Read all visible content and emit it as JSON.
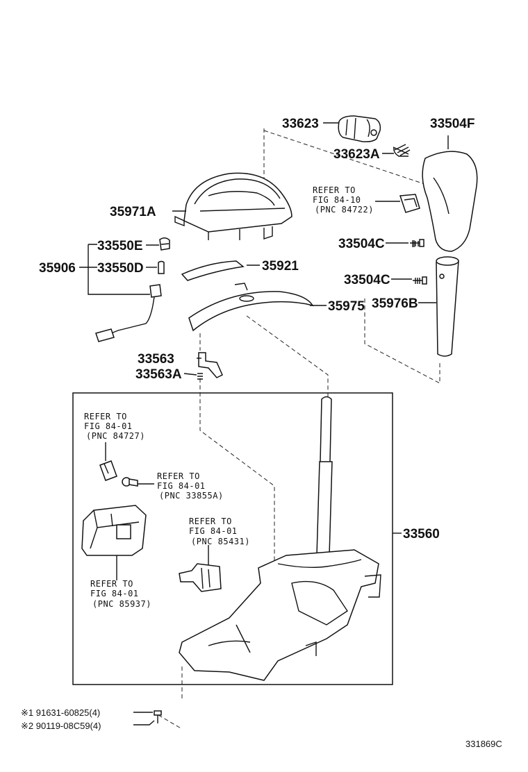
{
  "parts": {
    "p33623": "33623",
    "p33504F": "33504F",
    "p33623A": "33623A",
    "p35971A": "35971A",
    "p33550E": "33550E",
    "p33550D": "33550D",
    "p35906": "35906",
    "p33504C_1": "33504C",
    "p35921": "35921",
    "p33504C_2": "33504C",
    "p35975": "35975",
    "p35976B": "35976B",
    "p33563": "33563",
    "p33563A": "33563A",
    "p33560": "33560"
  },
  "refs": {
    "ref1": {
      "l1": "REFER TO",
      "l2": "FIG 84-10",
      "l3": "(PNC 84722)"
    },
    "ref2": {
      "l1": "REFER TO",
      "l2": "FIG 84-01",
      "l3": "(PNC 84727)"
    },
    "ref3": {
      "l1": "REFER TO",
      "l2": "FIG 84-01",
      "l3": "(PNC 33855A)"
    },
    "ref4": {
      "l1": "REFER TO",
      "l2": "FIG 84-01",
      "l3": "(PNC 85431)"
    },
    "ref5": {
      "l1": "REFER TO",
      "l2": "FIG 84-01",
      "l3": "(PNC 85937)"
    }
  },
  "footnotes": {
    "bolt1": "※1 91631-60825(4)",
    "bolt2": "※2 90119-08C59(4)"
  },
  "figure_id": "331869C"
}
